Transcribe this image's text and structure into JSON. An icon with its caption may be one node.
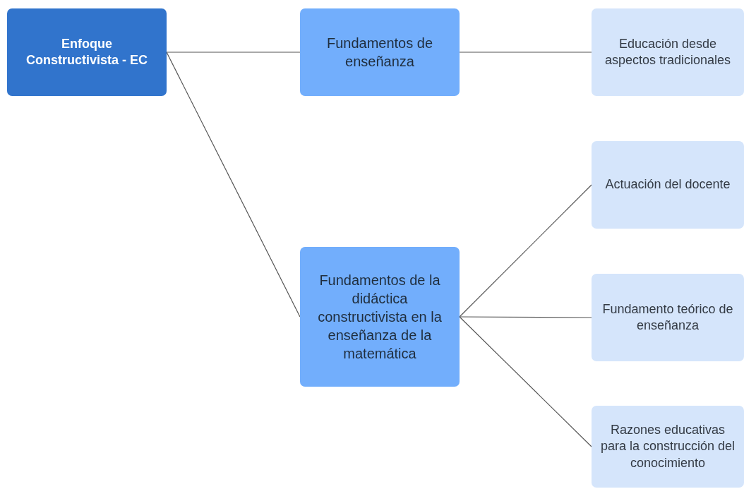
{
  "diagram": {
    "nodes": [
      {
        "text": [
          "Enfoque Constructivista - EC"
        ]
      },
      {
        "text": [
          "Fundamentos de enseñanza"
        ]
      },
      {
        "text": [
          "Educación desde aspectos tradicionales"
        ]
      },
      {
        "text": [
          "Actuación del docente"
        ]
      },
      {
        "text": [
          "Fundamentos de la didáctica constructivista en la enseñanza de la matemática"
        ]
      },
      {
        "text": [
          "Fundamento teórico de enseñanza"
        ]
      },
      {
        "text": [
          "Razones educativas para la construcción del conocimiento"
        ]
      }
    ],
    "edges": [
      {
        "from": 0,
        "to": 1,
        "arrow": "none"
      },
      {
        "from": 0,
        "to": 4,
        "arrow": "none"
      },
      {
        "from": 1,
        "to": 2,
        "arrow": "none"
      },
      {
        "from": 4,
        "to": 3,
        "arrow": "none"
      },
      {
        "from": 4,
        "to": 5,
        "arrow": "none"
      },
      {
        "from": 4,
        "to": 6,
        "arrow": "none"
      }
    ]
  }
}
